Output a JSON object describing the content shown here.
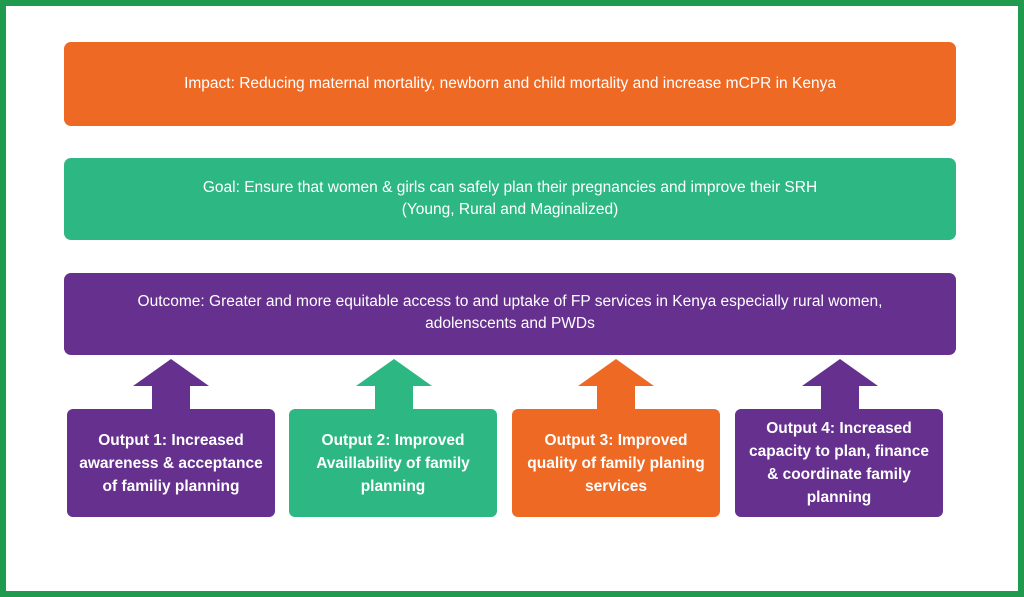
{
  "colors": {
    "frame": "#1f9a4e",
    "orange": "#ee6a24",
    "green": "#2db883",
    "purple": "#66308f"
  },
  "impact": {
    "text": "Impact: Reducing maternal mortality, newborn and child mortality and increase mCPR in Kenya"
  },
  "goal": {
    "text": "Goal: Ensure that women & girls can safely plan their pregnancies and improve their SRH\n(Young, Rural and Maginalized)"
  },
  "outcome": {
    "text": "Outcome: Greater and more equitable access to and uptake of FP services in Kenya especially rural women,\nadolenscents and PWDs"
  },
  "outputs": [
    {
      "text": "Output 1: Increased\nawareness & acceptance\nof familiy planning",
      "color": "#66308f"
    },
    {
      "text": "Output 2: Improved\nAvaillability of family\nplanning",
      "color": "#2db883"
    },
    {
      "text": "Output 3: Improved\nquality of family planing\nservices",
      "color": "#ee6a24"
    },
    {
      "text": "Output 4: Increased\ncapacity to plan, finance\n& coordinate family\nplanning",
      "color": "#66308f"
    }
  ]
}
